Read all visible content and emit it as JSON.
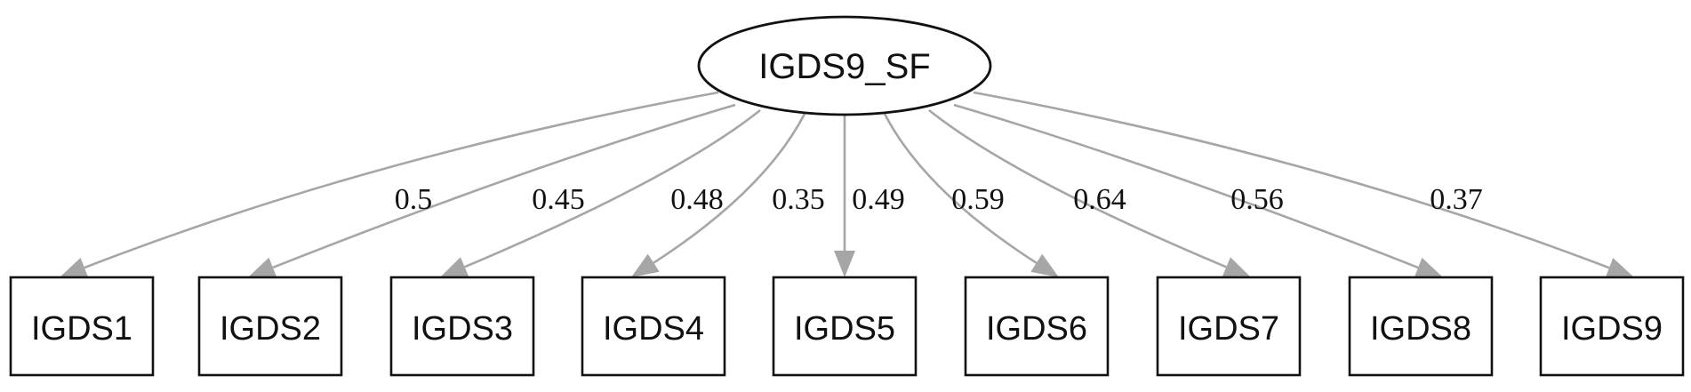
{
  "latent": {
    "label": "IGDS9_SF"
  },
  "edge_color": "#a6a6a6",
  "indicators": [
    {
      "label": "IGDS1",
      "loading": "0.5"
    },
    {
      "label": "IGDS2",
      "loading": "0.45"
    },
    {
      "label": "IGDS3",
      "loading": "0.48"
    },
    {
      "label": "IGDS4",
      "loading": "0.35"
    },
    {
      "label": "IGDS5",
      "loading": "0.49"
    },
    {
      "label": "IGDS6",
      "loading": "0.59"
    },
    {
      "label": "IGDS7",
      "loading": "0.64"
    },
    {
      "label": "IGDS8",
      "loading": "0.56"
    },
    {
      "label": "IGDS9",
      "loading": "0.37"
    }
  ]
}
